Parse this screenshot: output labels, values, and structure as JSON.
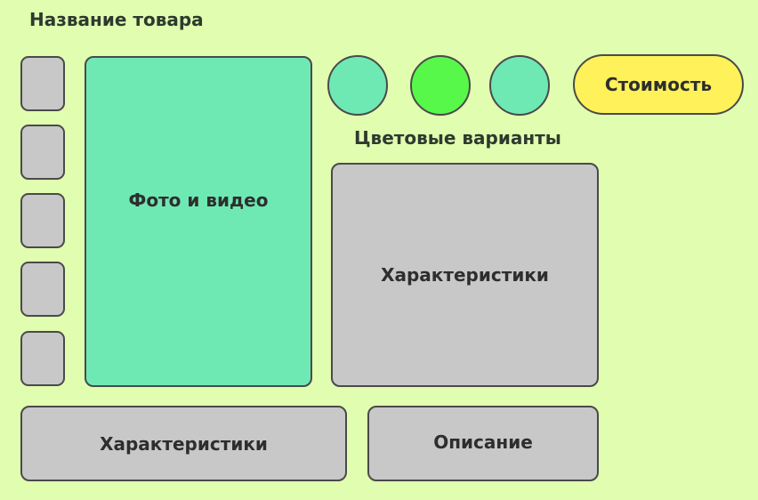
{
  "product": {
    "title": "Название товара"
  },
  "gallery": {
    "thumbnail_count": 5,
    "media_label": "Фото и видео"
  },
  "colors": {
    "label": "Цветовые варианты",
    "swatches": [
      "#6ee9b3",
      "#58f84a",
      "#6ee9b3"
    ]
  },
  "price": {
    "label": "Стоимость",
    "color": "#fef15a"
  },
  "specs": {
    "label_right": "Характеристики",
    "label_bottom": "Характеристики"
  },
  "description": {
    "label": "Описание"
  },
  "theme": {
    "background": "#e0fdb0",
    "block_gray": "#c8c8c8",
    "media_green": "#6ee9b3"
  }
}
